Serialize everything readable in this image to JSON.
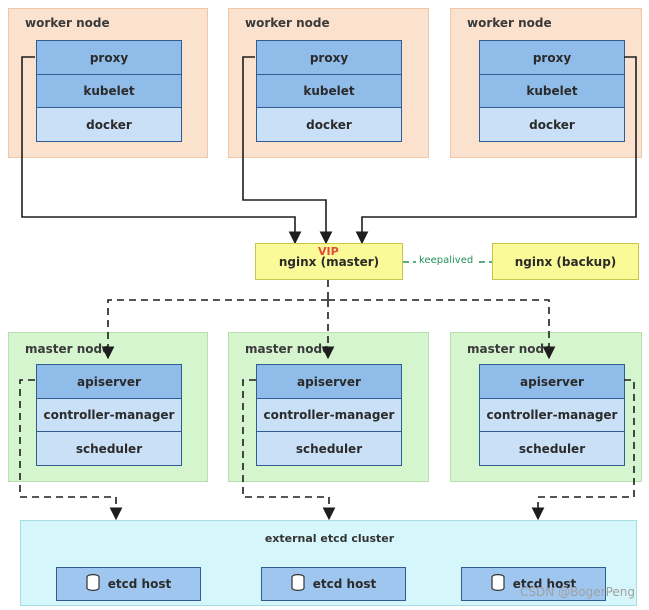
{
  "worker_nodes": [
    {
      "title": "worker node",
      "components": [
        "proxy",
        "kubelet",
        "docker"
      ]
    },
    {
      "title": "worker node",
      "components": [
        "proxy",
        "kubelet",
        "docker"
      ]
    },
    {
      "title": "worker node",
      "components": [
        "proxy",
        "kubelet",
        "docker"
      ]
    }
  ],
  "load_balancer": {
    "vip": "VIP",
    "master": "nginx (master)",
    "backup": "nginx (backup)",
    "link": "keepalived"
  },
  "master_nodes": [
    {
      "title": "master node",
      "components": [
        "apiserver",
        "controller-manager",
        "scheduler"
      ]
    },
    {
      "title": "master node",
      "components": [
        "apiserver",
        "controller-manager",
        "scheduler"
      ]
    },
    {
      "title": "master node",
      "components": [
        "apiserver",
        "controller-manager",
        "scheduler"
      ]
    }
  ],
  "etcd": {
    "title": "external etcd cluster",
    "hosts": [
      "etcd host",
      "etcd host",
      "etcd host"
    ]
  },
  "watermark": "CSDN @BogerPeng",
  "colors": {
    "worker_bg": "#fbe2cf",
    "master_bg": "#d5f5cf",
    "etcd_bg": "#d5f6fa",
    "component_dark": "#8fbce8",
    "component_light": "#c9e0f7",
    "nginx_bg": "#fbfa98",
    "vip_text": "#e04b3a",
    "keepalived_text": "#22915a"
  }
}
